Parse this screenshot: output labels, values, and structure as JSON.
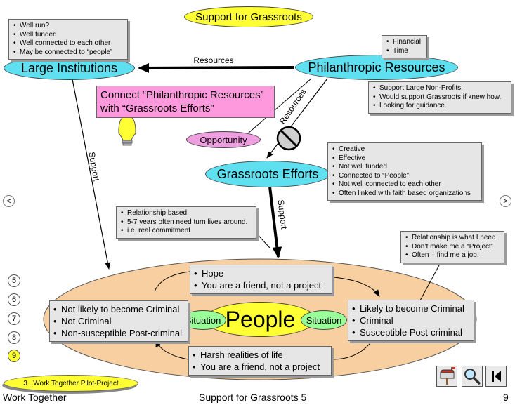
{
  "title": "Support for Grassroots",
  "nodes": {
    "large_institutions": "Large Institutions",
    "philanthropic_resources": "Philanthropic Resources",
    "grassroots_efforts": "Grassroots Efforts",
    "opportunity": "Opportunity",
    "people": "People",
    "situation_left": "Situation",
    "situation_right": "Situation",
    "connect_note": "Connect “Philanthropic Resources” with “Grassroots Efforts”"
  },
  "edges": {
    "resources_top": "Resources",
    "resources_diag": "Resources",
    "support_left": "Support",
    "support_center": "Support"
  },
  "boxes": {
    "institutions_notes": [
      "Well run?",
      "Well funded",
      "Well connected to each other",
      "May be connected to “people”"
    ],
    "financial_notes": [
      "Financial",
      "Time"
    ],
    "philanthropic_notes": [
      "Support Large Non-Profits.",
      "Would support Grassroots if knew how.",
      "Looking for guidance."
    ],
    "grassroots_notes": [
      "Creative",
      "Effective",
      "Not well funded",
      "Connected to “People”",
      "Not well connected to each other",
      "Often linked with faith based organizations"
    ],
    "relationship_notes": [
      "Relationship based",
      "5-7 years often need turn lives around.",
      "i.e. real commitment"
    ],
    "need_notes": [
      "Relationship is what I need",
      "Don’t make me a “Project”",
      "Often – find me a job."
    ],
    "hope_box": [
      "Hope",
      "You are a friend, not a project"
    ],
    "harsh_box": [
      "Harsh realities of life",
      "You are a friend, not a project"
    ],
    "not_likely_box": [
      "Not likely to become Criminal",
      "Not Criminal",
      "Non-susceptible Post-criminal"
    ],
    "likely_box": [
      "Likely to become Criminal",
      "Criminal",
      "Susceptible Post-criminal"
    ]
  },
  "nav": {
    "prev": "<",
    "next": ">",
    "pages": [
      "5",
      "6",
      "7",
      "8",
      "9"
    ],
    "active_page": "9",
    "pilot_link": "3...Work Together Pilot-Project"
  },
  "footer": {
    "left": "Work Together",
    "center": "Support for Grassroots 5",
    "right": "9"
  },
  "icons": [
    "mailbox-icon",
    "magnifier-icon",
    "skip-back-icon",
    "lightbulb-icon",
    "no-entry-icon"
  ],
  "colors": {
    "node": "#5fe0f0",
    "people_field": "#f8cfa0",
    "people_center": "#ffff33",
    "situation": "#99ff99",
    "opportunity": "#ee9fe0",
    "connect_note": "#ff99dd",
    "title": "#ffff33"
  }
}
